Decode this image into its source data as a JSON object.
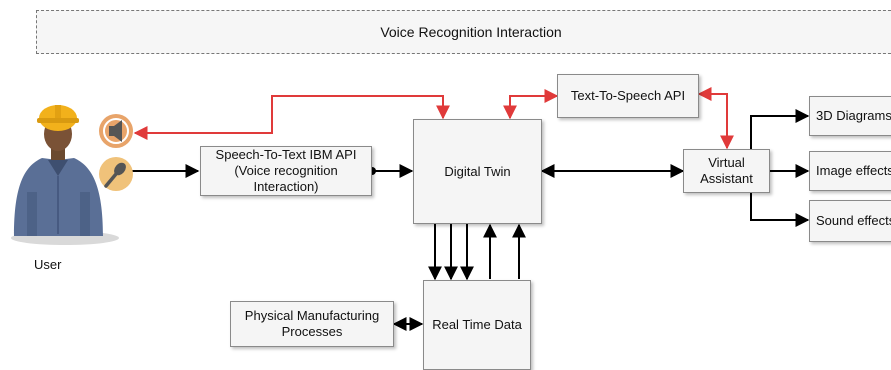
{
  "banner": {
    "title": "Voice Recognition Interaction"
  },
  "user": {
    "label": "User"
  },
  "nodes": {
    "speech_to_text": "Speech-To-Text IBM API\n(Voice recognition\nInteraction)",
    "digital_twin": "Digital Twin",
    "text_to_speech": "Text-To-Speech API",
    "virtual_assistant": "Virtual\nAssistant",
    "diagrams_3d": "3D Diagrams",
    "image_effects": "Image effects",
    "sound_effects": "Sound effects",
    "physical_processes": "Physical Manufacturing\nProcesses",
    "real_time_data": "Real Time Data"
  },
  "colors": {
    "feedback_arrow": "#e03a3a",
    "flow_arrow": "#000000",
    "speaker_badge": "#e8a46a",
    "mic_badge": "#f0c27a",
    "helmet": "#f2b11b"
  },
  "icons": [
    "worker-icon",
    "speaker-icon",
    "microphone-icon"
  ]
}
